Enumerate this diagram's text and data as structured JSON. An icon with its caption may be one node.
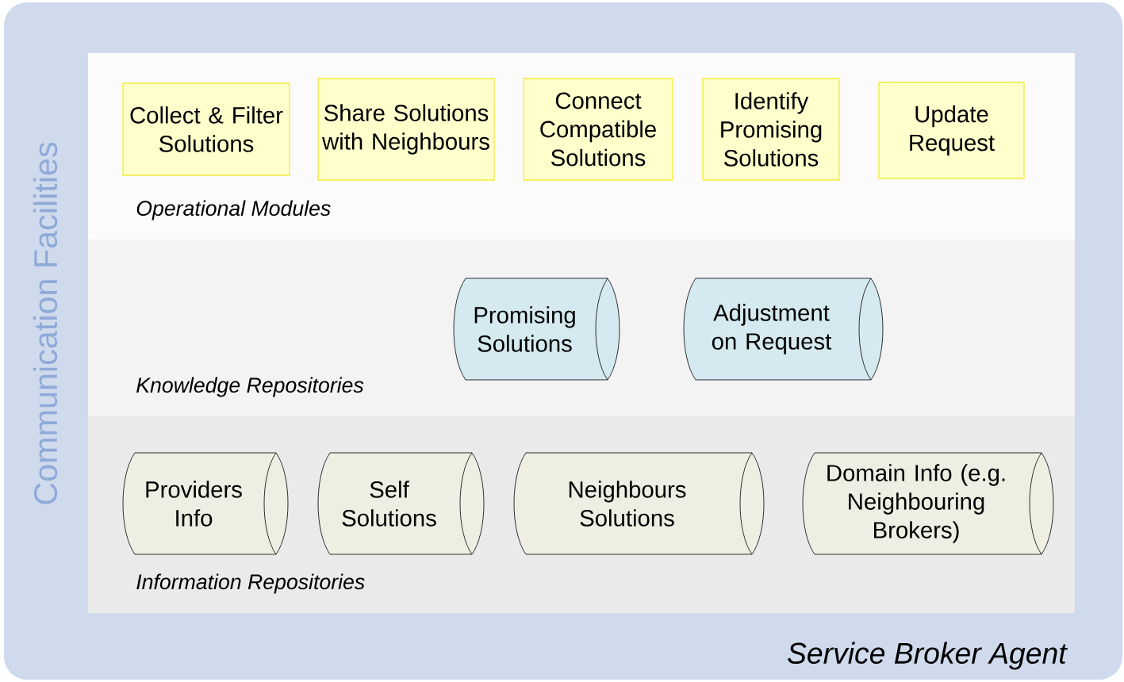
{
  "diagram": {
    "nodes": [
      {
        "text": [
          "Communication Facilities",
          "Service Broker Agent"
        ]
      },
      {
        "text": [
          "Operational Modules"
        ],
        "in": 0
      },
      {
        "text": [
          "Collect & Filter Solutions"
        ],
        "in": 1
      },
      {
        "text": [
          "Share Solutions with Neighbours"
        ],
        "in": 1
      },
      {
        "text": [
          "Connect Compatible Solutions"
        ],
        "in": 1
      },
      {
        "text": [
          "Identify Promising Solutions"
        ],
        "in": 1
      },
      {
        "text": [
          "Update Request"
        ],
        "in": 1
      },
      {
        "text": [
          "Knowledge Repositories"
        ],
        "in": 0
      },
      {
        "text": [
          "Promising Solutions"
        ],
        "in": 7
      },
      {
        "text": [
          "Adjustment on Request"
        ],
        "in": 7
      },
      {
        "text": [
          "Information Repositories"
        ],
        "in": 0
      },
      {
        "text": [
          "Providers Info"
        ],
        "in": 10
      },
      {
        "text": [
          "Self Solutions"
        ],
        "in": 10
      },
      {
        "text": [
          "Neighbours Solutions"
        ],
        "in": 10
      },
      {
        "text": [
          "Domain Info (e.g. Neighbouring Brokers)"
        ],
        "in": 10
      }
    ]
  }
}
